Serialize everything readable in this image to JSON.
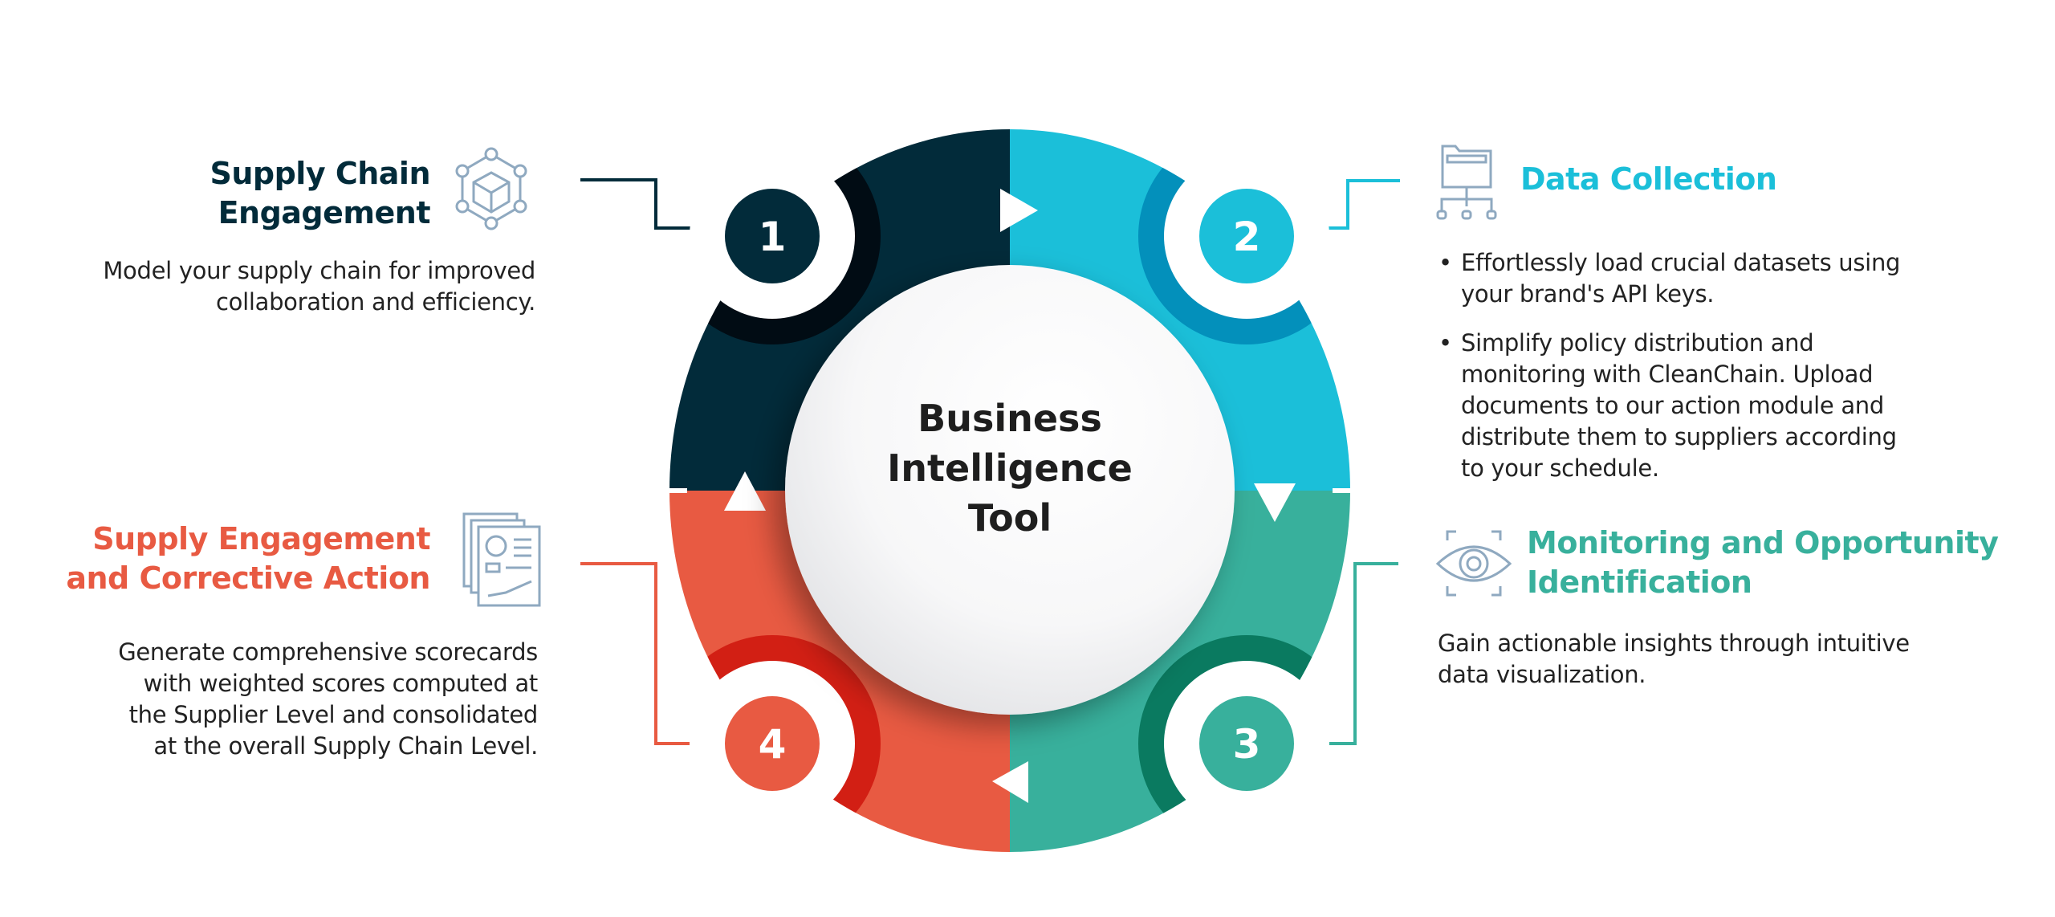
{
  "center": {
    "lines": [
      "Business",
      "Intelligence",
      "Tool"
    ]
  },
  "colors": {
    "step1": "#022b3a",
    "step2": "#1bbfd9",
    "step3": "#38b09c",
    "step4": "#e85a42",
    "icon": "#8fa9c0"
  },
  "steps": [
    {
      "number": "1",
      "title_lines": [
        "Supply Chain",
        "Engagement"
      ],
      "icon": "network-cube-icon",
      "description_lines": [
        "Model your supply chain for improved",
        "collaboration and efficiency."
      ]
    },
    {
      "number": "2",
      "title_lines": [
        "Data Collection"
      ],
      "icon": "folder-network-icon",
      "bullets": [
        "Effortlessly load crucial datasets using your brand's API keys.",
        "Simplify policy distribution and monitoring with CleanChain. Upload documents to our action module and distribute them to suppliers according to your schedule."
      ]
    },
    {
      "number": "3",
      "title_lines": [
        "Monitoring and Opportunity",
        "Identification"
      ],
      "icon": "eye-scan-icon",
      "description_lines": [
        "Gain actionable insights through intuitive",
        "data visualization."
      ]
    },
    {
      "number": "4",
      "title_lines": [
        "Supply Engagement",
        "and Corrective Action"
      ],
      "icon": "report-document-icon",
      "description_lines": [
        "Generate comprehensive scorecards",
        "with weighted scores computed at",
        "the Supplier Level and consolidated",
        "at the overall Supply Chain Level."
      ]
    }
  ]
}
